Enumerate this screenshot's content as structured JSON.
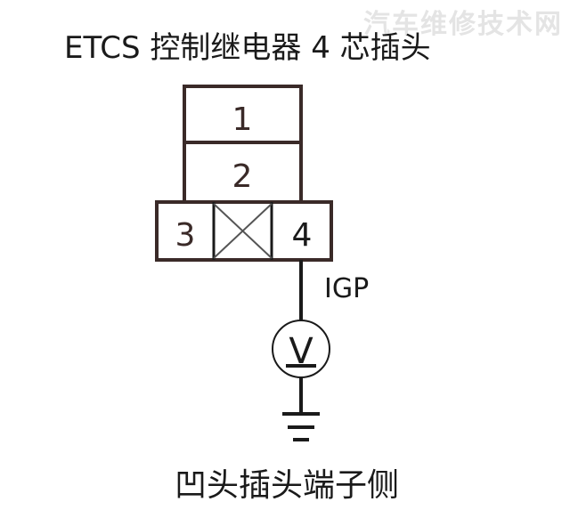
{
  "title": "ETCS 控制继电器 4 芯插头",
  "footer": "凹头插头端子侧",
  "watermark": "汽车维修技术网",
  "connector": {
    "terminals": [
      "1",
      "2",
      "3",
      "4"
    ],
    "blank_terminal_marked": true
  },
  "wire_label": "IGP",
  "meter_symbol": "V",
  "colors": {
    "line": "#1a1a1a",
    "line_left": "#4a2a24"
  }
}
